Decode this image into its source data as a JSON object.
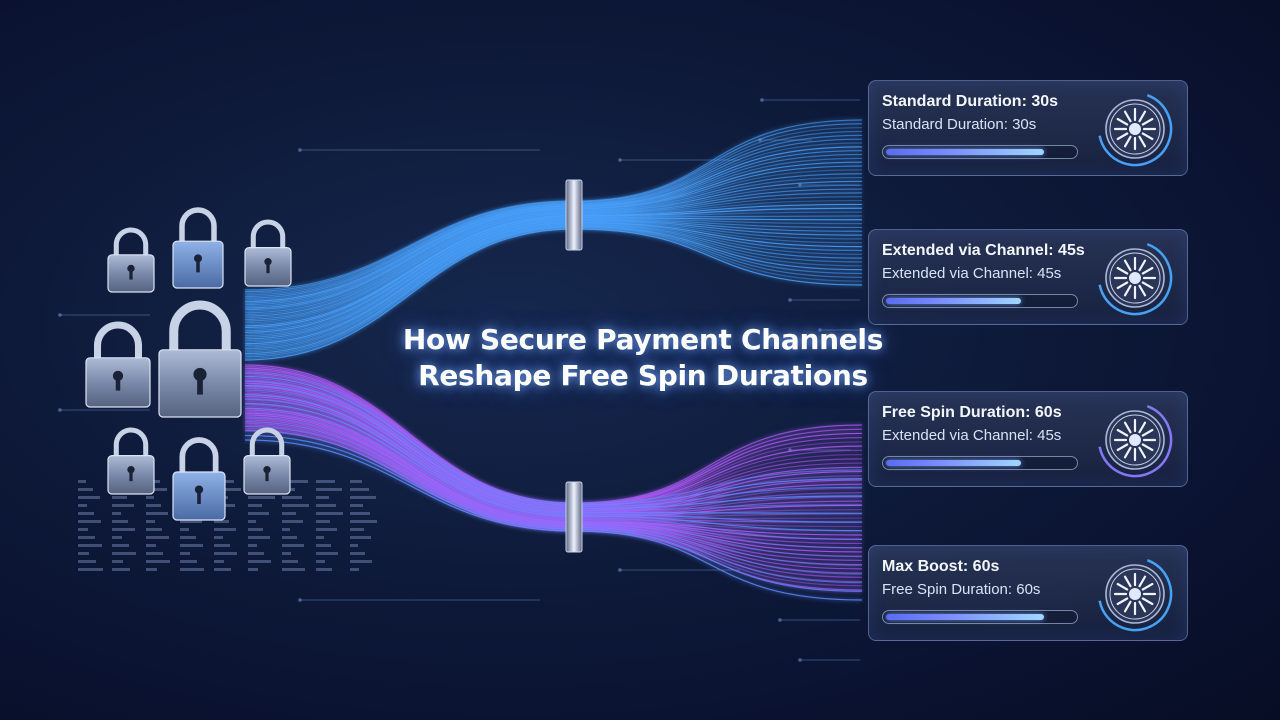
{
  "title": {
    "line1": "How Secure Payment Channels",
    "line2": "Reshape Free Spin Durations"
  },
  "cards": [
    {
      "title": "Standard Duration: 30s",
      "subtitle": "Standard Duration: 30s",
      "progress": 0.84,
      "ring": "#4aa8ff"
    },
    {
      "title": "Extended via Channel: 45s",
      "subtitle": "Extended via Channel: 45s",
      "progress": 0.72,
      "ring": "#4aa8ff"
    },
    {
      "title": "Free Spin Duration: 60s",
      "subtitle": "Extended via Channel: 45s",
      "progress": 0.72,
      "ring": "#8a7cff"
    },
    {
      "title": "Max Boost: 60s",
      "subtitle": "Free Spin Duration: 60s",
      "progress": 0.84,
      "ring": "#4aa8ff"
    }
  ],
  "colors": {
    "cable_blue": "#4aa3ff",
    "cable_purple": "#b25cff",
    "accent_cyan": "#9fd7ff"
  },
  "icons": [
    "padlock-icon",
    "spin-dial-icon",
    "connector-icon"
  ]
}
